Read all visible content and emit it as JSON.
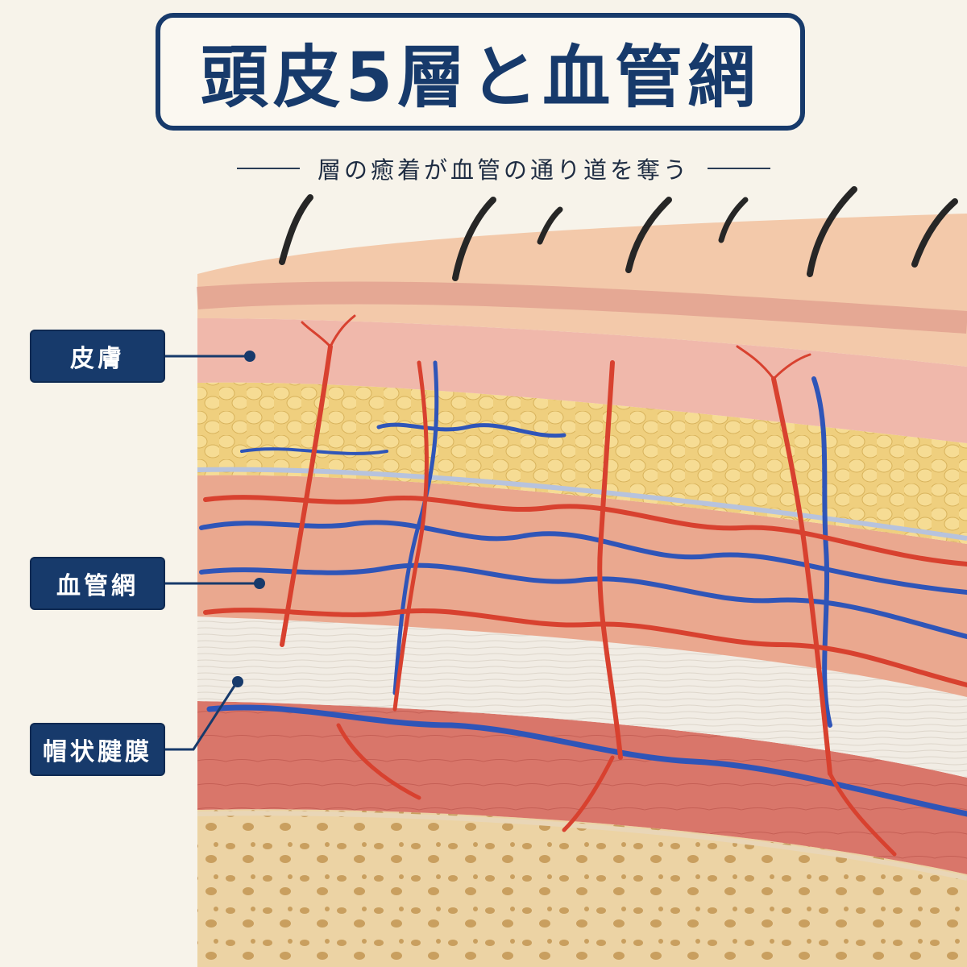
{
  "title": "頭皮5層と血管網",
  "subtitle": "層の癒着が血管の通り道を奪う",
  "labels": {
    "skin": "皮膚",
    "vascular_network": "血管網",
    "galea": "帽状腱膜"
  },
  "colors": {
    "navy": "#173a6b",
    "artery": "#d8412f",
    "vein": "#2f55b8",
    "epidermis": "#f3c9aa",
    "fat": "#efcf7e",
    "muscle": "#d9766a",
    "aponeurosis": "#f1ece4",
    "bone": "#ecd3a4"
  }
}
